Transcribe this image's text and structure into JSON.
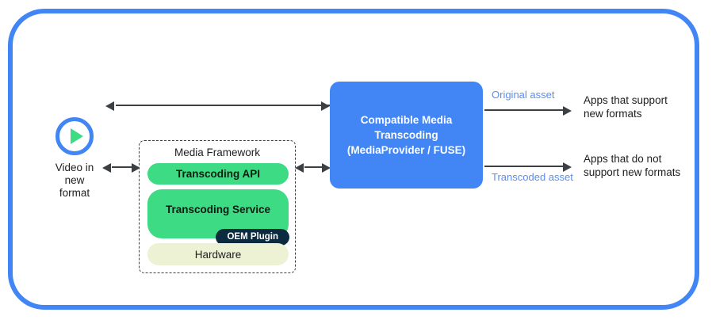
{
  "diagram": {
    "frame": {
      "accent_color": "#4285F4"
    },
    "video_source": {
      "icon": "play-circle-icon",
      "caption": "Video in\nnew\nformat"
    },
    "media_framework": {
      "title": "Media Framework",
      "layers": [
        {
          "label": "Transcoding API",
          "color": "#3DDC84"
        },
        {
          "label": "Transcoding Service",
          "color": "#3DDC84"
        },
        {
          "label": "Hardware",
          "color": "#EDF2D4"
        }
      ],
      "badge": {
        "label": "OEM Plugin",
        "color": "#0d2b3e"
      }
    },
    "cmt_box": {
      "text": "Compatible Media\nTranscoding\n(MediaProvider / FUSE)",
      "color": "#4285F4"
    },
    "outputs": [
      {
        "asset_label": "Original asset",
        "apps_label": "Apps that support\nnew formats"
      },
      {
        "asset_label": "Transcoded asset",
        "apps_label": "Apps that do not\nsupport new formats"
      }
    ],
    "arrows": {
      "top_bidirectional": "video-to-cmt-bidirectional-arrow",
      "video_framework": "video-to-framework-bidirectional-arrow",
      "framework_cmt": "framework-to-cmt-bidirectional-arrow",
      "cmt_out_top": "cmt-to-supported-apps-arrow",
      "cmt_out_bottom": "cmt-to-unsupported-apps-arrow"
    }
  }
}
